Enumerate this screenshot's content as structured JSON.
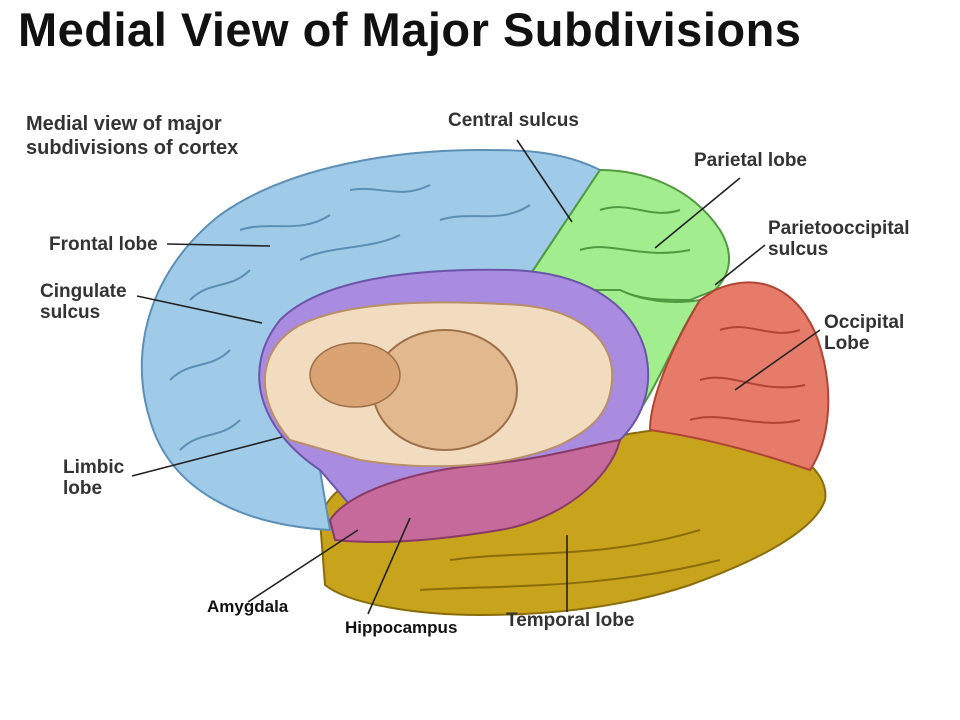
{
  "slide": {
    "title": "Medial View of Major Subdivisions"
  },
  "figure": {
    "caption": "Medial view of major\nsubdivisions of cortex",
    "labels": {
      "central_sulcus": "Central sulcus",
      "parietal_lobe": "Parietal lobe",
      "parietooccipital_sulcus": "Parietooccipital\nsulcus",
      "occipital_lobe": "Occipital\nLobe",
      "frontal_lobe": "Frontal lobe",
      "cingulate_sulcus": "Cingulate\nsulcus",
      "limbic_lobe": "Limbic\nlobe",
      "amygdala": "Amygdala",
      "hippocampus": "Hippocampus",
      "temporal_lobe": "Temporal lobe"
    },
    "colors": {
      "frontal": "#9fcbe8",
      "parietal": "#a2ee8e",
      "occipital": "#e77b6a",
      "temporal": "#c7a41b",
      "limbic": "#a98be0",
      "limbic_lower": "#c56a9a",
      "callosum": "#f2dcc0",
      "thalamus": "#e2b98f"
    }
  }
}
